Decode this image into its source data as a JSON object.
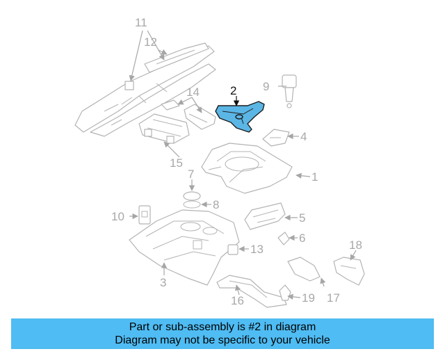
{
  "highlight_part": "2",
  "colors": {
    "highlight_fill": "#5bb6e6",
    "part_outline": "#b3b3b3",
    "banner_bg": "#4fbcf3"
  },
  "callouts": [
    {
      "id": "1",
      "text": "1"
    },
    {
      "id": "2",
      "text": "2"
    },
    {
      "id": "3",
      "text": "3"
    },
    {
      "id": "4",
      "text": "4"
    },
    {
      "id": "5",
      "text": "5"
    },
    {
      "id": "6",
      "text": "6"
    },
    {
      "id": "7",
      "text": "7"
    },
    {
      "id": "8",
      "text": "8"
    },
    {
      "id": "9",
      "text": "9"
    },
    {
      "id": "10",
      "text": "10"
    },
    {
      "id": "11",
      "text": "11"
    },
    {
      "id": "12",
      "text": "12"
    },
    {
      "id": "13",
      "text": "13"
    },
    {
      "id": "14",
      "text": "14"
    },
    {
      "id": "15",
      "text": "15"
    },
    {
      "id": "16",
      "text": "16"
    },
    {
      "id": "17",
      "text": "17"
    },
    {
      "id": "18",
      "text": "18"
    },
    {
      "id": "19",
      "text": "19"
    }
  ],
  "banner": {
    "line1": "Part or sub-assembly is #2 in diagram",
    "line2": "Diagram may not be specific to your vehicle"
  }
}
